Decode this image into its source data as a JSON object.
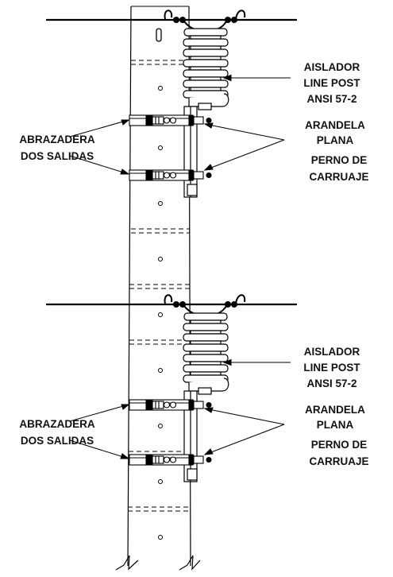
{
  "assemblies": [
    {
      "insulator_label": [
        "AISLADOR",
        "LINE POST",
        "ANSI 57-2"
      ],
      "washer_label": [
        "ARANDELA",
        "PLANA"
      ],
      "bolt_label": [
        "PERNO DE",
        "CARRUAJE"
      ],
      "clamp_label": [
        "ABRAZADERA",
        "DOS SALIDAS"
      ]
    },
    {
      "insulator_label": [
        "AISLADOR",
        "LINE POST",
        "ANSI 57-2"
      ],
      "washer_label": [
        "ARANDELA",
        "PLANA"
      ],
      "bolt_label": [
        "PERNO DE",
        "CARRUAJE"
      ],
      "clamp_label": [
        "ABRAZADERA",
        "DOS SALIDAS"
      ]
    }
  ],
  "colors": {
    "line": "#000000",
    "text": "#111111",
    "background": "#ffffff"
  }
}
